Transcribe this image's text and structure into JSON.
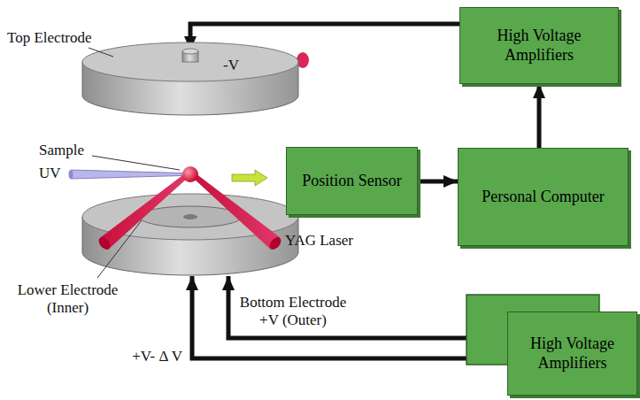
{
  "diagram": {
    "nodes": [
      {
        "text": [
          "High Voltage Amplifiers"
        ]
      },
      {
        "text": [
          "Position Sensor"
        ]
      },
      {
        "text": [
          "Personal Computer"
        ]
      },
      {
        "text": [
          "High Voltage Amplifiers"
        ]
      }
    ],
    "edges": [
      {
        "from": 1,
        "to": 2,
        "arrow": "to"
      },
      {
        "from": 2,
        "to": 0,
        "arrow": "to"
      }
    ],
    "labels": [
      "Top Electrode",
      "-V",
      "Sample",
      "UV",
      "YAG Laser",
      "Lower Electrode (Inner)",
      "Bottom Electrode +V (Outer)",
      "+V- Δ V"
    ]
  }
}
